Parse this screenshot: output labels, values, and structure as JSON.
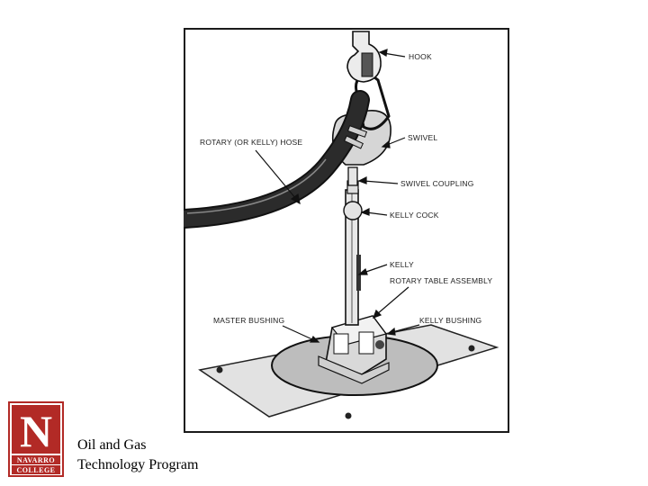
{
  "diagram": {
    "labels": {
      "hook": "HOOK",
      "swivel": "SWIVEL",
      "rotary_hose": "ROTARY (OR KELLY) HOSE",
      "swivel_coupling": "SWIVEL COUPLING",
      "kelly_cock": "KELLY COCK",
      "kelly": "KELLY",
      "rotary_table_assembly": "ROTARY TABLE ASSEMBLY",
      "master_bushing": "MASTER BUSHING",
      "kelly_bushing": "KELLY BUSHING"
    }
  },
  "footer": {
    "logo_top": "NAVARRO",
    "logo_bottom": "COLLEGE",
    "logo_letter": "N",
    "program_line1": "Oil and Gas",
    "program_line2": "Technology Program"
  },
  "colors": {
    "logo_red": "#b22a26",
    "border": "#1a1a1a",
    "hose": "#2b2b2b"
  }
}
